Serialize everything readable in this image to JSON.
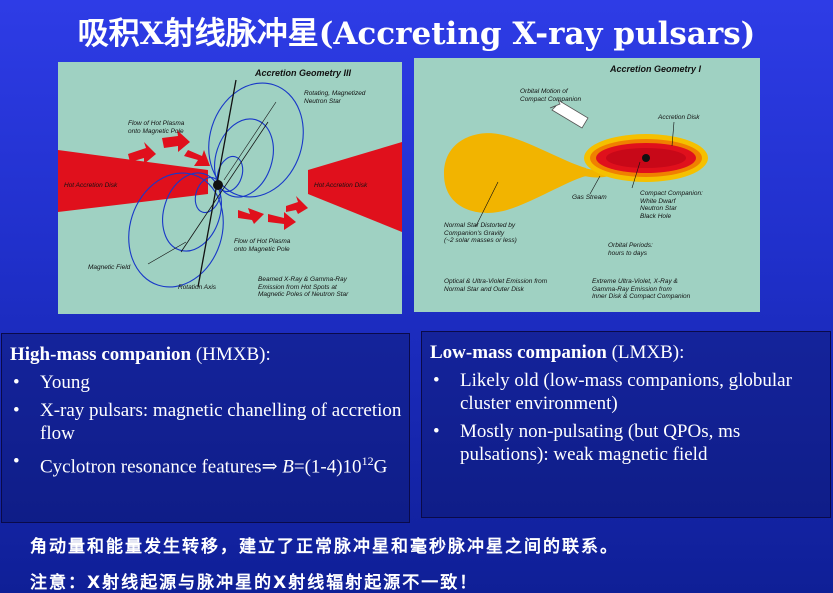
{
  "title": "吸积X射线脉冲星(Accreting X-ray pulsars)",
  "figure_left": {
    "heading": "Accretion Geometry III",
    "labels": {
      "neutron_star": "Rotating, Magnetized\nNeutron Star",
      "flow_top": "Flow of Hot Plasma\nonto Magnetic Pole",
      "disk_left": "Hot Accretion Disk",
      "disk_right": "Hot Accretion Disk",
      "flow_bottom": "Flow of Hot Plasma\nonto Magnetic Pole",
      "magnetic_field": "Magnetic Field",
      "rotation_axis": "Rotation Axis",
      "beamed": "Beamed X-Ray & Gamma-Ray\nEmission from Hot Spots at\nMagnetic Poles of Neutron Star"
    }
  },
  "figure_right": {
    "heading": "Accretion Geometry I",
    "labels": {
      "orbital_motion": "Orbital Motion of\nCompact Companion",
      "accretion_disk": "Accretion Disk",
      "gas_stream": "Gas Stream",
      "compact": "Compact Companion:\nWhite Dwarf\nNeutron Star\nBlack Hole",
      "normal_star": "Normal Star Distorted by\nCompanion's Gravity\n(~2 solar masses or less)",
      "orbital_periods": "Orbital Periods:\nhours to days",
      "optical": "Optical & Ultra-Violet Emission from\nNormal Star and Outer Disk",
      "extreme": "Extreme Ultra-Violet, X-Ray &\nGamma-Ray Emission from\nInner Disk & Compact Companion"
    }
  },
  "hmxb": {
    "heading_bold": "High-mass companion",
    "heading_rest": " (HMXB):",
    "items": [
      "Young",
      "X-ray pulsars: magnetic chanelling of accretion flow"
    ],
    "cyclotron_prefix": "Cyclotron resonance features",
    "cyclotron_arrow": "⇒",
    "cyclotron_B": "B",
    "cyclotron_mid": "=(1-4)10",
    "cyclotron_exp": "12",
    "cyclotron_unit": "G"
  },
  "lmxb": {
    "heading_bold": "Low-mass companion",
    "heading_rest": " (LMXB):",
    "items": [
      "Likely old (low-mass companions, globular cluster environment)",
      "Mostly non-pulsating (but QPOs, ms pulsations): weak magnetic field"
    ]
  },
  "bullet": "•",
  "cn_line_1": "角动量和能量发生转移，建立了正常脉冲星和毫秒脉冲星之间的联系。",
  "cn_line_2": "注意：X射线起源与脉冲星的X射线辐射起源不一致！"
}
